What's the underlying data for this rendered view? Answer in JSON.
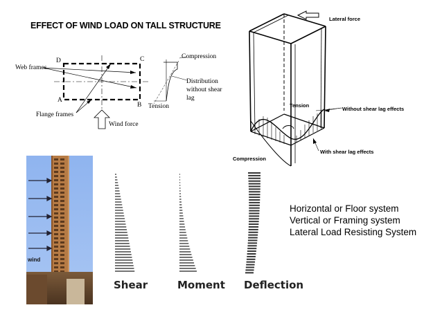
{
  "title": "EFFECT OF WIND LOAD ON TALL STRUCTURE",
  "plan_diagram": {
    "web_frames": "Web frames",
    "flange_frames": "Flange frames",
    "corner_a": "A",
    "corner_b": "B",
    "corner_c": "C",
    "corner_d": "D",
    "wind_force": "Wind force",
    "compression": "Compression",
    "distribution_line1": "Distribution",
    "distribution_line2": "without shear",
    "distribution_line3": "lag",
    "tension": "Tension"
  },
  "tube_diagram": {
    "lateral_force": "Lateral force",
    "tension": "Tension",
    "without_shear_lag": "Without shear lag effects",
    "with_shear_lag": "With shear lag effects",
    "compression": "Compression"
  },
  "photo": {
    "wind_label": "wind"
  },
  "profiles": {
    "shear": "Shear",
    "moment": "Moment",
    "deflection": "Deflection"
  },
  "systems": [
    "Horizontal or Floor system",
    "Vertical or Framing system",
    "Lateral Load Resisting System"
  ]
}
